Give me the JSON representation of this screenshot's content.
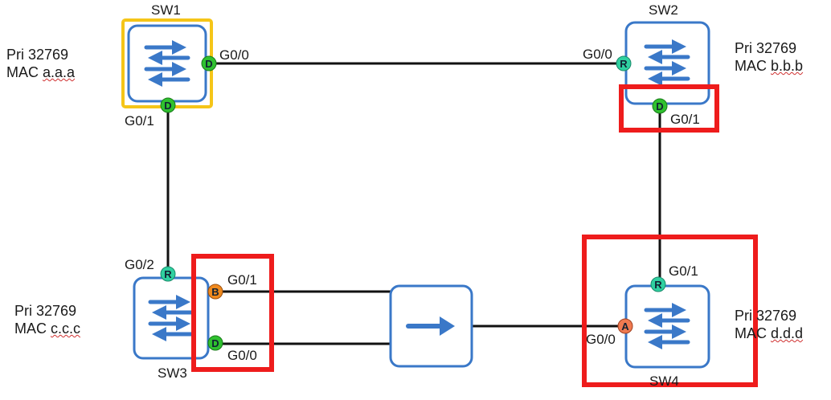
{
  "colors": {
    "switch_border": "#3a78c8",
    "icon": "#3a78c8",
    "root_highlight": "#f5c518",
    "callout": "#ee1c1c",
    "port_designated": "#2fc12f",
    "port_root": "#2fd0a0",
    "port_blocking": "#f08a1e",
    "port_alternate": "#f07a50",
    "link": "#111111"
  },
  "switches": {
    "sw1": {
      "name": "SW1",
      "pri_label": "Pri 32769",
      "mac_prefix": "MAC",
      "mac": "a.a.a",
      "is_root": true
    },
    "sw2": {
      "name": "SW2",
      "pri_label": "Pri 32769",
      "mac_prefix": "MAC",
      "mac": "b.b.b"
    },
    "sw3": {
      "name": "SW3",
      "pri_label": "Pri 32769",
      "mac_prefix": "MAC",
      "mac": "c.c.c"
    },
    "sw4": {
      "name": "SW4",
      "pri_label": "Pri 32769",
      "mac_prefix": "MAC",
      "mac": "d.d.d"
    }
  },
  "ports": {
    "sw1_g00": {
      "label": "G0/0",
      "role": "D"
    },
    "sw1_g01": {
      "label": "G0/1",
      "role": "D"
    },
    "sw2_g00": {
      "label": "G0/0",
      "role": "R"
    },
    "sw2_g01": {
      "label": "G0/1",
      "role": "D"
    },
    "sw3_g02": {
      "label": "G0/2",
      "role": "R"
    },
    "sw3_g01": {
      "label": "G0/1",
      "role": "B"
    },
    "sw3_g00": {
      "label": "G0/0",
      "role": "D"
    },
    "sw4_g01": {
      "label": "G0/1",
      "role": "R"
    },
    "sw4_g00": {
      "label": "G0/0",
      "role": "A"
    }
  },
  "hub": {
    "icon": "arrow-right-icon"
  }
}
